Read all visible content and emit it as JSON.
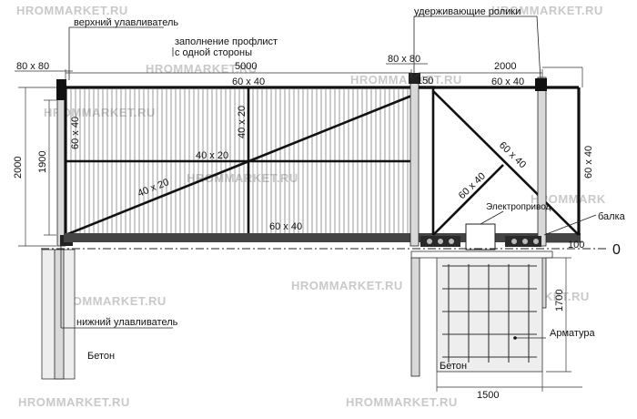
{
  "watermark": "HROMMARKET.RU",
  "watermark_alt": "HROMMARK",
  "labels": {
    "top_catcher": "верхний улавливатель",
    "bottom_catcher": "нижний улавливатель",
    "filling": "заполнение профлист",
    "filling_side": "с одной стороны",
    "rollers": "удерживающие ролики",
    "motor": "Электропривод",
    "beam": "балка",
    "rebar": "Арматура",
    "concrete_left": "Бетон",
    "concrete_right": "Бетон",
    "zero": "0"
  },
  "dimensions": {
    "post_left": "80 x 80",
    "post_right": "80 x 80",
    "gate_length": "5000",
    "tail_length": "2000",
    "height_total": "2000",
    "height_leaf": "1900",
    "gap": "150",
    "beam_offset": "100",
    "foundation_depth": "1700",
    "foundation_width": "1500"
  },
  "profiles": {
    "top_left": "60 x 40",
    "top_right": "60 x 40",
    "left_vertical": "60 x 40",
    "center_vertical": "40 x 20",
    "middle_horizontal": "40 x 20",
    "diagonal": "40 x 20",
    "bottom": "60 x 40",
    "tail_brace_upper": "60 x 40",
    "tail_brace_lower": "60 x 40",
    "right_vertical": "60 x 40"
  }
}
